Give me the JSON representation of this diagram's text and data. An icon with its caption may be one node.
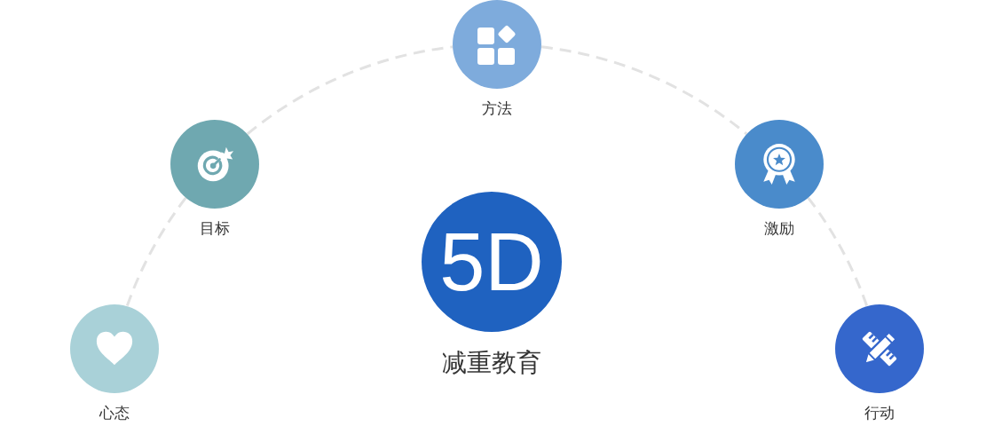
{
  "diagram": {
    "nodes": [
      {
        "text": [
          "方法"
        ]
      },
      {
        "text": [
          "目标"
        ]
      },
      {
        "text": [
          "激励"
        ]
      },
      {
        "text": [
          "5D",
          "减重教育"
        ]
      },
      {
        "text": [
          "心态"
        ]
      },
      {
        "text": [
          "行动"
        ]
      }
    ],
    "edges": [
      {
        "from": 4,
        "to": 1,
        "arrow": "none",
        "style": "dashed"
      },
      {
        "from": 1,
        "to": 0,
        "arrow": "none",
        "style": "dashed"
      },
      {
        "from": 0,
        "to": 2,
        "arrow": "none",
        "style": "dashed"
      },
      {
        "from": 2,
        "to": 5,
        "arrow": "none",
        "style": "dashed"
      }
    ]
  }
}
